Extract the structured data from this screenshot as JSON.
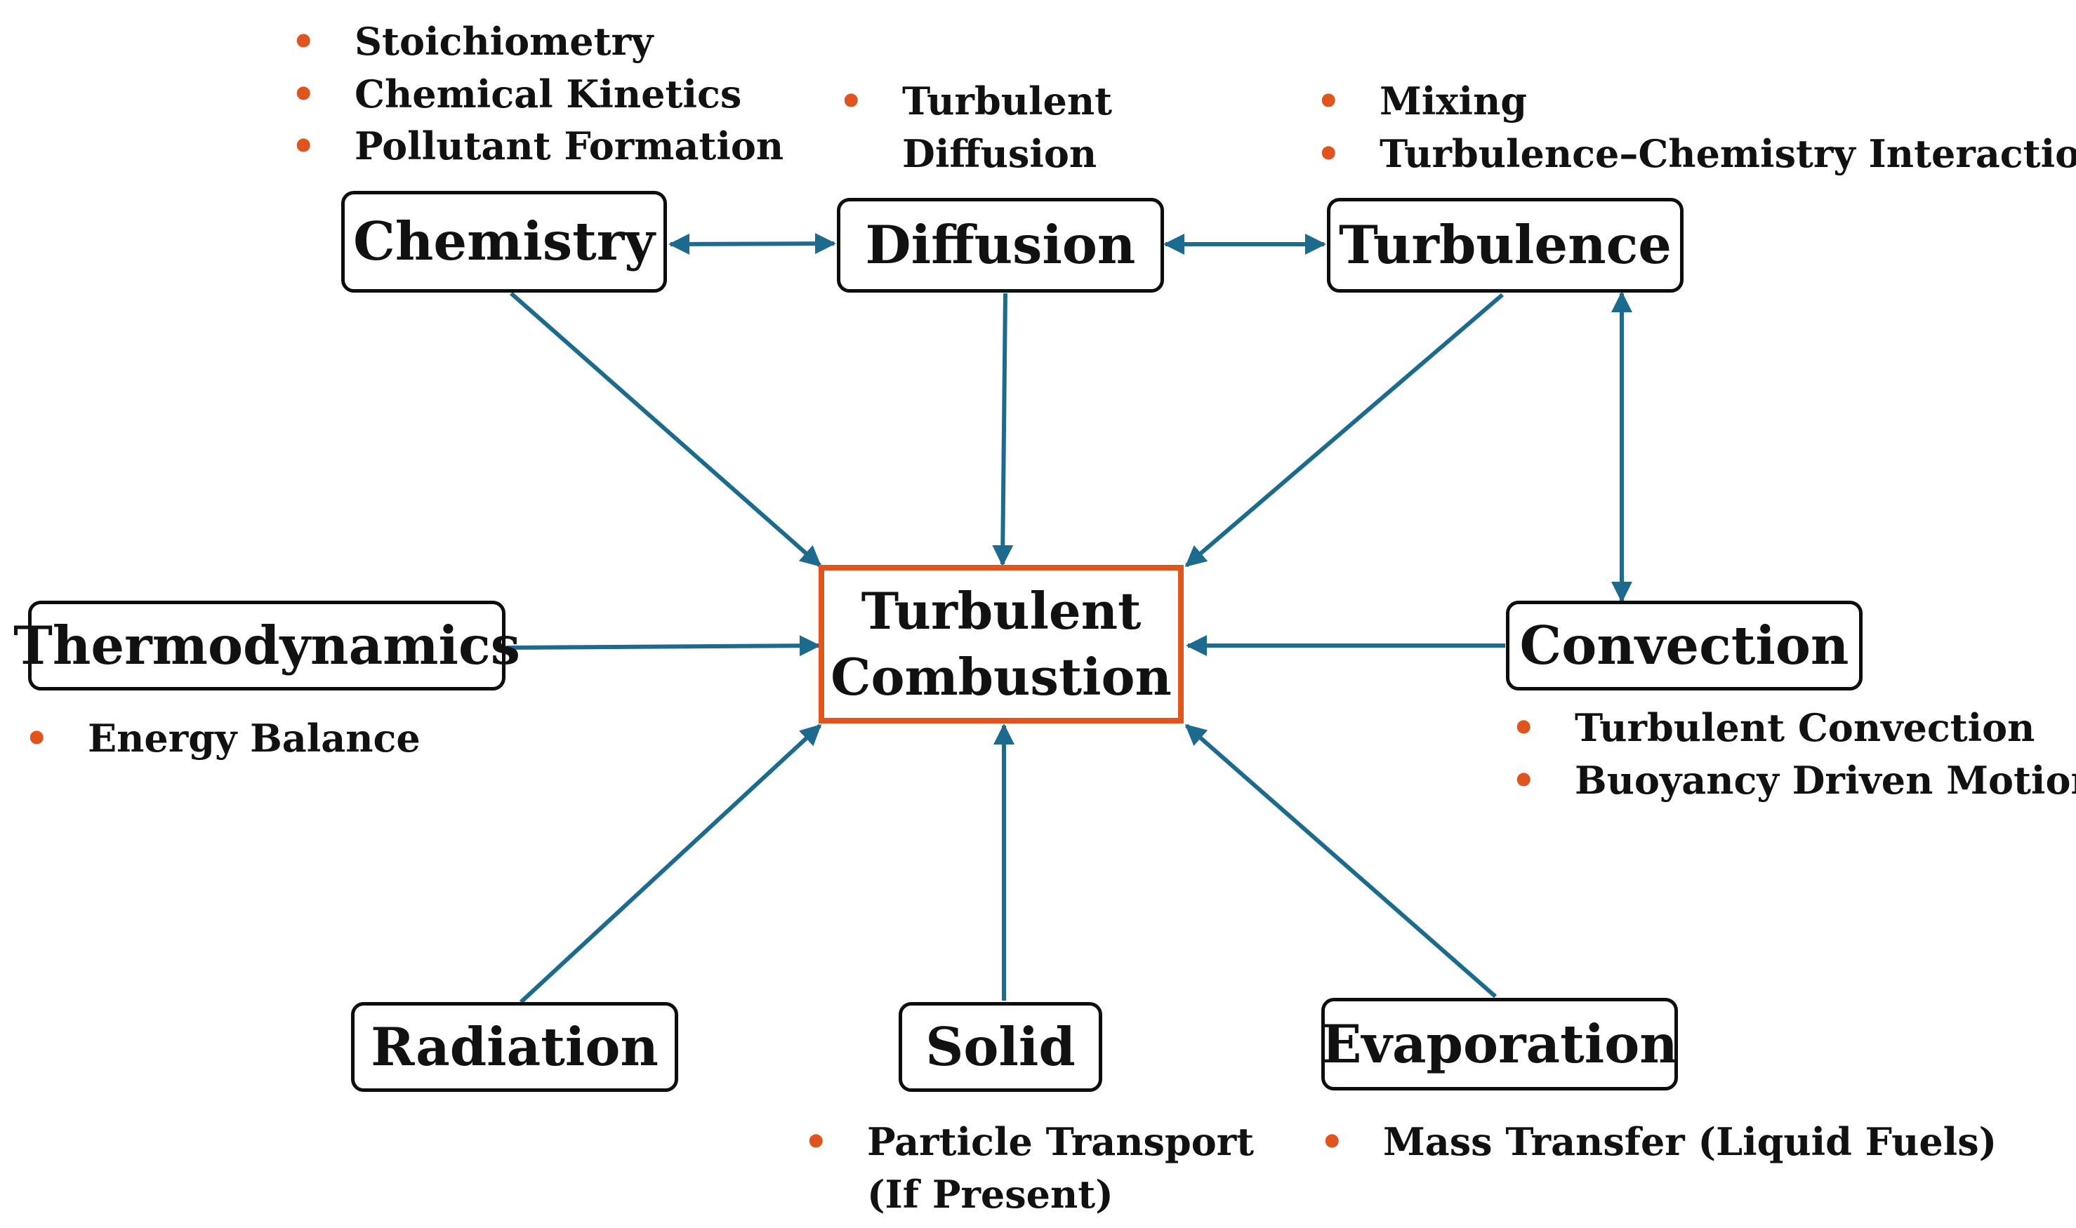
{
  "colors": {
    "arrow": "#1d6a8f",
    "center_border": "#e0541e",
    "bullet": "#e0541e",
    "box_border": "#0d0d0d"
  },
  "bullet_glyph": "•",
  "center": {
    "line1": "Turbulent",
    "line2": "Combustion"
  },
  "nodes": {
    "chemistry": {
      "label": "Chemistry",
      "notes": [
        "Stoichiometry",
        "Chemical Kinetics",
        "Pollutant Formation"
      ]
    },
    "diffusion": {
      "label": "Diffusion",
      "notes": [
        "Turbulent",
        "Diffusion"
      ]
    },
    "turbulence": {
      "label": "Turbulence",
      "notes": [
        "Mixing",
        "Turbulence–Chemistry Interaction"
      ]
    },
    "thermodynamics": {
      "label": "Thermodynamics",
      "notes": [
        "Energy Balance"
      ]
    },
    "convection": {
      "label": "Convection",
      "notes": [
        "Turbulent Convection",
        "Buoyancy Driven Motion"
      ]
    },
    "radiation": {
      "label": "Radiation",
      "notes": []
    },
    "solid": {
      "label": "Solid",
      "notes": [
        "Particle Transport",
        "(If Present)"
      ]
    },
    "evaporation": {
      "label": "Evaporation",
      "notes": [
        "Mass Transfer (Liquid Fuels)"
      ]
    }
  }
}
